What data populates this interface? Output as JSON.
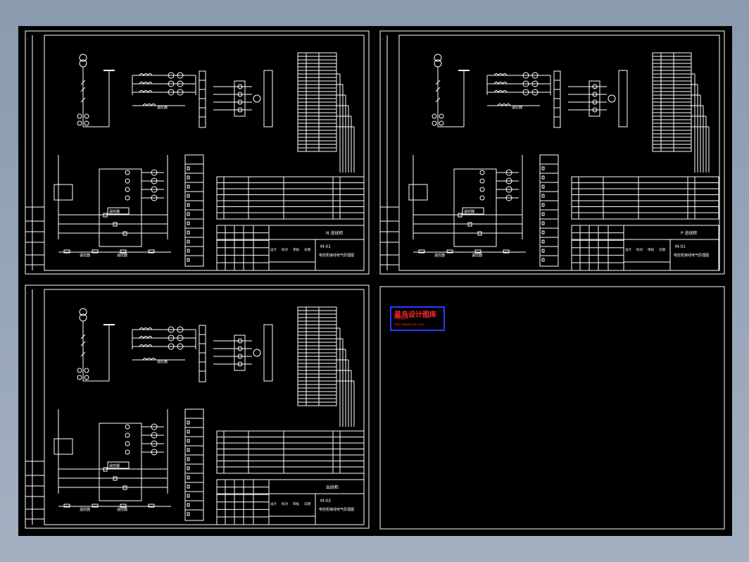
{
  "logo": {
    "title": "星鸟设计图库",
    "subtitle": "网络图库",
    "url": "http://www.xnzx.com"
  },
  "sheets": [
    {
      "name": "sheet-top-left",
      "switch_label": "N 进线柜",
      "drawing_no": "M-01",
      "drawing_title": "电控柜接线电气原理图",
      "relay_label": "温控器",
      "left_block_labels": [
        "温控器",
        "温控器"
      ],
      "title_cells": [
        "设计",
        "校对",
        "审核",
        "日期"
      ]
    },
    {
      "name": "sheet-top-right",
      "switch_label": "P 进线柜",
      "drawing_no": "M-01",
      "drawing_title": "电控柜接线电气原理图",
      "relay_label": "温控器",
      "left_block_labels": [
        "温控器",
        "温控器"
      ],
      "title_cells": [
        "设计",
        "校对",
        "审核",
        "日期"
      ]
    },
    {
      "name": "sheet-bottom-left",
      "switch_label": "出线柜",
      "drawing_no": "M-03",
      "drawing_title": "电控柜接线电气原理图",
      "relay_label": "温控器",
      "left_block_labels": [
        "温控器",
        "温控器"
      ],
      "title_cells": [
        "设计",
        "校对",
        "审核",
        "日期"
      ]
    }
  ]
}
